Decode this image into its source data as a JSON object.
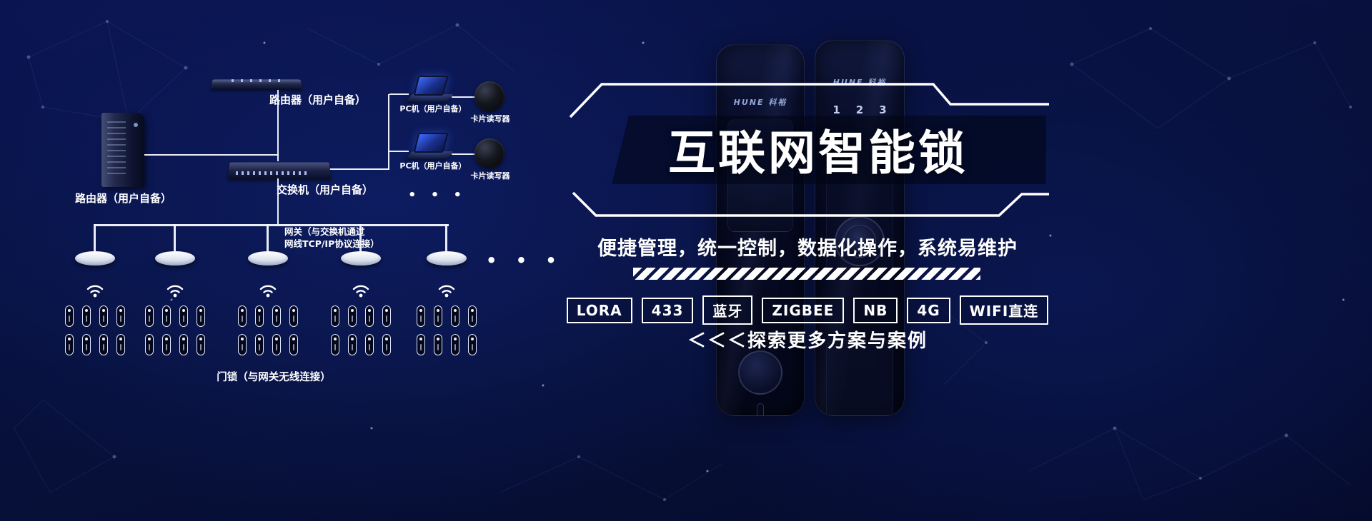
{
  "colors": {
    "background_deep": "#050b2c",
    "background_mid": "#0a1450",
    "line_white": "#f4f7ff",
    "lock_body": "#060a22"
  },
  "diagram": {
    "top_router": {
      "label": "路由器（用户自备）"
    },
    "server": {
      "label": "路由器（用户自备）"
    },
    "switch": {
      "label": "交换机（用户自备）"
    },
    "pcs": [
      {
        "label": "PC机（用户自备）",
        "reader_label": "卡片读写器"
      },
      {
        "label": "PC机（用户自备）",
        "reader_label": "卡片读写器"
      }
    ],
    "pc_ellipsis": "• • •",
    "gateway_note": {
      "line1": "网关（与交换机通过",
      "line2": "网线TCP/IP协议连接）"
    },
    "gateway_count": 5,
    "gateway_ellipsis": "• • •",
    "locks_per_gateway_rows": 2,
    "locks_per_row": 4,
    "lock_note": "门锁（与网关无线连接）"
  },
  "product": {
    "brand": "HUNE 科裕",
    "keypad_row": [
      "1",
      "2",
      "3"
    ],
    "title": "互联网智能锁",
    "subtitle": "便捷管理，统一控制，数据化操作，系统易维护",
    "badges": [
      "LORA",
      "433",
      "蓝牙",
      "ZIGBEE",
      "NB",
      "4G",
      "WIFI直连"
    ],
    "explore": "＜＜＜探索更多方案与案例"
  }
}
